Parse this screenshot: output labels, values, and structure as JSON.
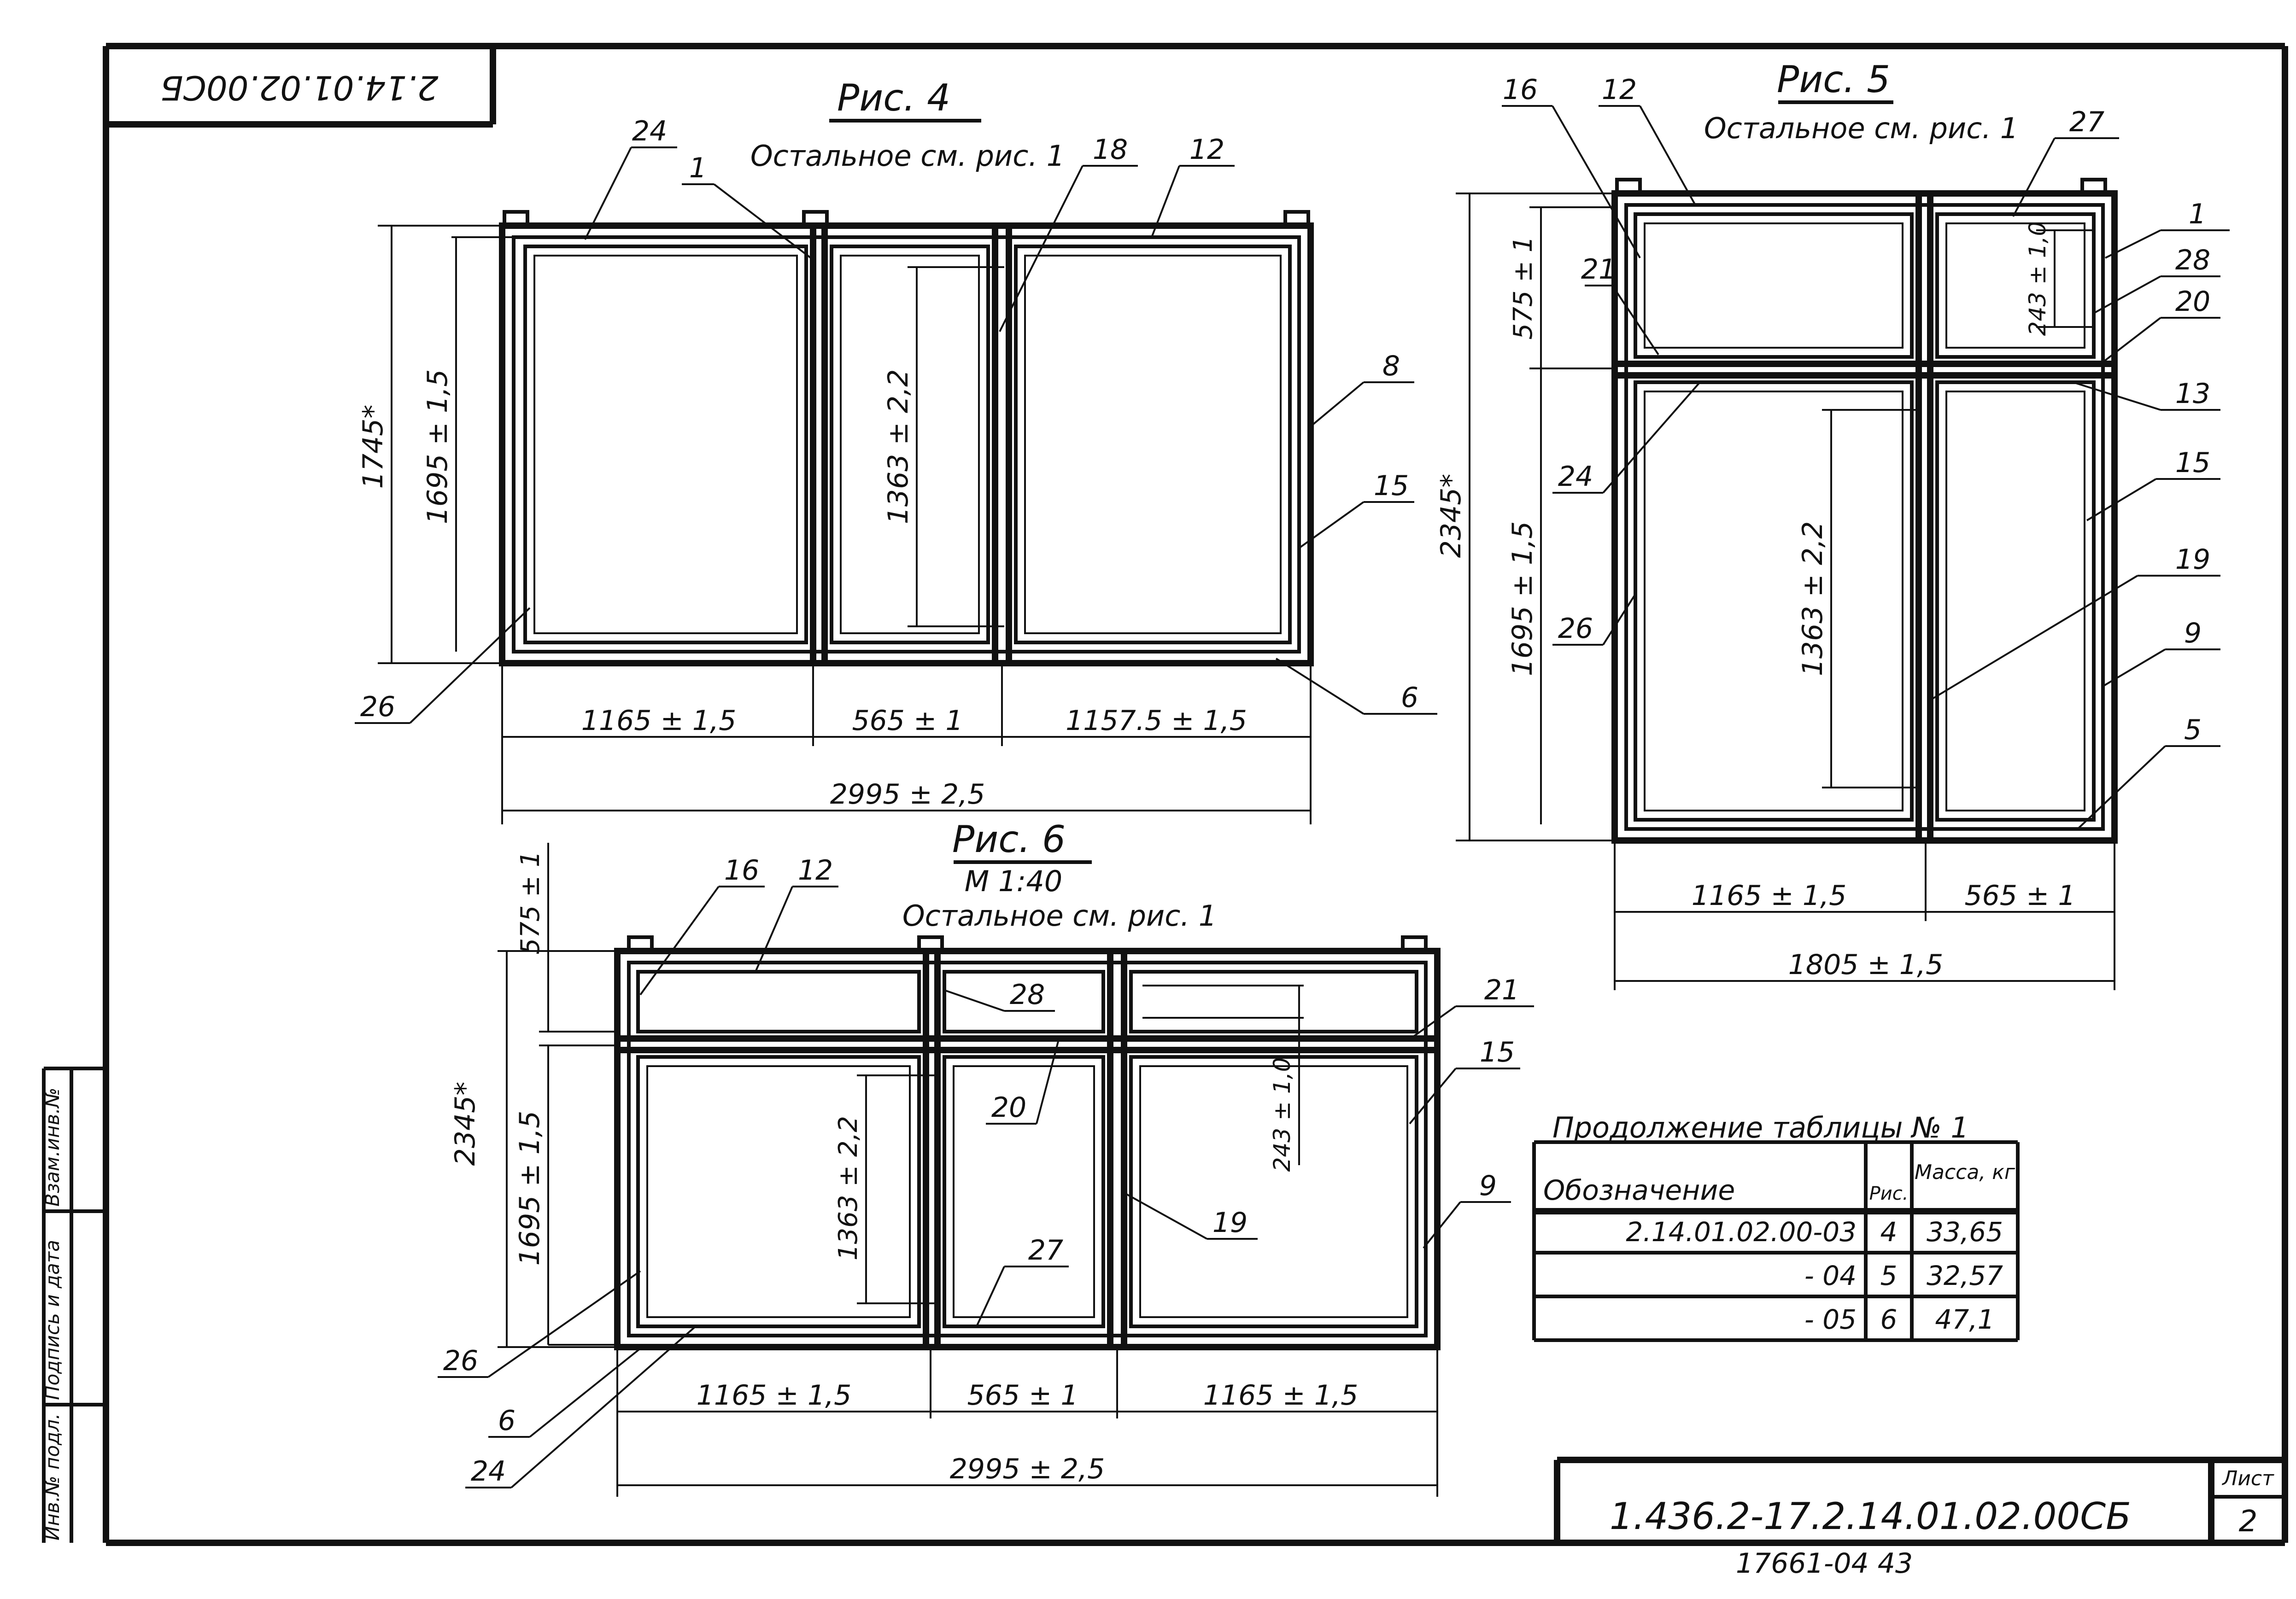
{
  "sheet": {
    "stamp": "2.14.01.02.00СБ",
    "doc_number": "1.436.2-17.2.14.01.02.00СБ",
    "sheet_label": "Лист",
    "sheet_number": "2",
    "archive_number": "17661-04 43",
    "side_stamp": [
      "Инв.№ подл.",
      "Подпись и дата",
      "Взам.инв.№"
    ]
  },
  "fig4": {
    "title": "Рис. 4",
    "note": "Остальное см. рис. 1",
    "dims": {
      "w_left": "1165 ± 1,5",
      "w_mid": "565 ± 1",
      "w_right": "1157.5 ± 1,5",
      "w_total": "2995 ± 2,5",
      "h_total": "1745*",
      "h_frame": "1695 ± 1,5",
      "h_inner": "1363 ± 2,2"
    },
    "callouts": [
      "24",
      "1",
      "18",
      "12",
      "8",
      "15",
      "6",
      "26"
    ]
  },
  "fig5": {
    "title": "Рис. 5",
    "note": "Остальное см. рис. 1",
    "dims": {
      "h_total": "2345*",
      "h_top": "575 ± 1",
      "h_frame": "1695 ± 1,5",
      "h_inner": "1363 ± 2,2",
      "h_vent": "243 ± 1,0",
      "w_left": "1165 ± 1,5",
      "w_right": "565 ± 1",
      "w_total": "1805 ± 1,5"
    },
    "callouts": [
      "16",
      "12",
      "27",
      "1",
      "28",
      "20",
      "13",
      "15",
      "19",
      "9",
      "5",
      "21",
      "24",
      "26"
    ]
  },
  "fig6": {
    "title": "Рис. 6",
    "scale": "М 1:40",
    "note": "Остальное см. рис. 1",
    "dims": {
      "h_top": "575 ± 1",
      "h_total": "2345*",
      "h_frame": "1695 ± 1,5",
      "h_inner": "1363 ± 2,2",
      "h_vent": "243 ± 1,0",
      "w_left": "1165 ± 1,5",
      "w_mid": "565 ± 1",
      "w_right": "1165 ± 1,5",
      "w_total": "2995 ± 2,5"
    },
    "callouts": [
      "16",
      "12",
      "28",
      "21",
      "15",
      "20",
      "19",
      "9",
      "27",
      "26",
      "6",
      "24"
    ]
  },
  "table": {
    "title": "Продолжение таблицы № 1",
    "headers": [
      "Обозначение",
      "Рис.",
      "Масса, кг"
    ],
    "rows": [
      [
        "2.14.01.02.00-03",
        "4",
        "33,65"
      ],
      [
        "- 04",
        "5",
        "32,57"
      ],
      [
        "- 05",
        "6",
        "47,1"
      ]
    ]
  }
}
